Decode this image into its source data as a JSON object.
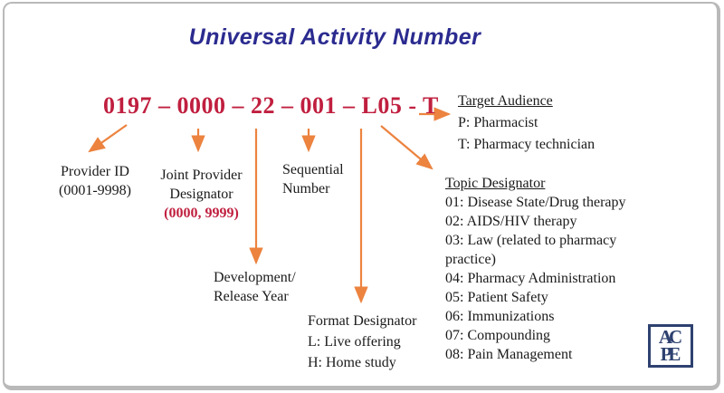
{
  "title": "Universal Activity Number",
  "number": "0197 – 0000 – 22 – 001 – L05 - T",
  "labels": {
    "provider_id": {
      "line1": "Provider ID",
      "line2": "(0001-9998)"
    },
    "joint_provider": {
      "line1": "Joint Provider",
      "line2": "Designator",
      "range": "(0000, 9999)"
    },
    "sequential": {
      "line1": "Sequential",
      "line2": "Number"
    },
    "dev_year": {
      "line1": "Development/",
      "line2": "Release Year"
    },
    "format": {
      "heading": "Format Designator",
      "items": [
        "L: Live offering",
        "H: Home study"
      ]
    },
    "target": {
      "heading": "Target Audience",
      "items": [
        "P: Pharmacist",
        "T: Pharmacy technician"
      ]
    },
    "topic": {
      "heading": "Topic Designator",
      "items": [
        "01: Disease State/Drug therapy",
        "02: AIDS/HIV therapy",
        "03: Law (related to pharmacy practice)",
        "04: Pharmacy Administration",
        "05: Patient Safety",
        "06: Immunizations",
        "07: Compounding",
        "08: Pain Management"
      ]
    }
  },
  "logo": {
    "line1": "AC",
    "line2": "PE"
  },
  "colors": {
    "title": "#2B2B90",
    "number": "#C01F3F",
    "accent_red": "#C01F3F",
    "arrow": "#EC833F",
    "text": "#1A1A1A",
    "logo": "#2E4170",
    "frame": "#B9B9B9"
  }
}
